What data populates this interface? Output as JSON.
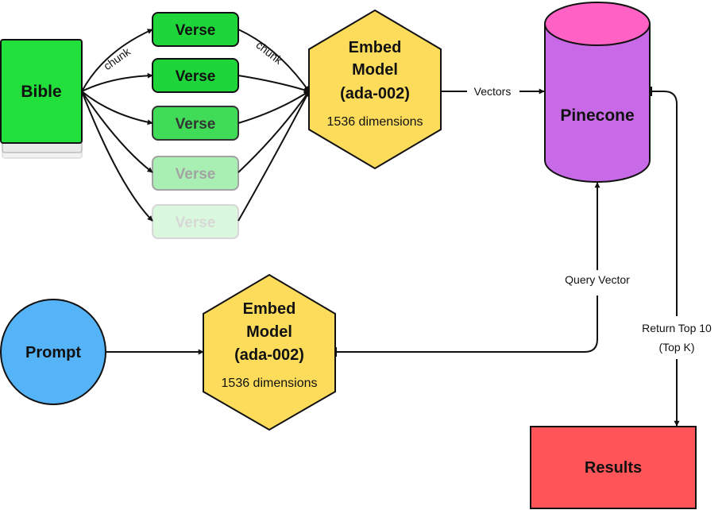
{
  "nodes": {
    "bible": "Bible",
    "verses": [
      "Verse",
      "Verse",
      "Verse",
      "Verse",
      "Verse"
    ],
    "embed_top": {
      "line1": "Embed",
      "line2": "Model",
      "line3": "(ada-002)",
      "dims": "1536  dimensions"
    },
    "pinecone": "Pinecone",
    "prompt": "Prompt",
    "embed_bottom": {
      "line1": "Embed",
      "line2": "Model",
      "line3": "(ada-002)",
      "dims": "1536  dimensions"
    },
    "results": "Results"
  },
  "edge_labels": {
    "chunk_left": "chunk",
    "chunk_right": "chunk",
    "vectors": "Vectors",
    "query_vector": "Query Vector",
    "return_top_line1": "Return Top 10",
    "return_top_line2": "(Top K)"
  },
  "colors": {
    "bible": "#22e03c",
    "verse": "#1fd63a",
    "embed": "#fddc5c",
    "pinecone_body": "#c86ae8",
    "pinecone_top": "#ff62c4",
    "prompt": "#55b3f7",
    "results": "#ff5559"
  }
}
